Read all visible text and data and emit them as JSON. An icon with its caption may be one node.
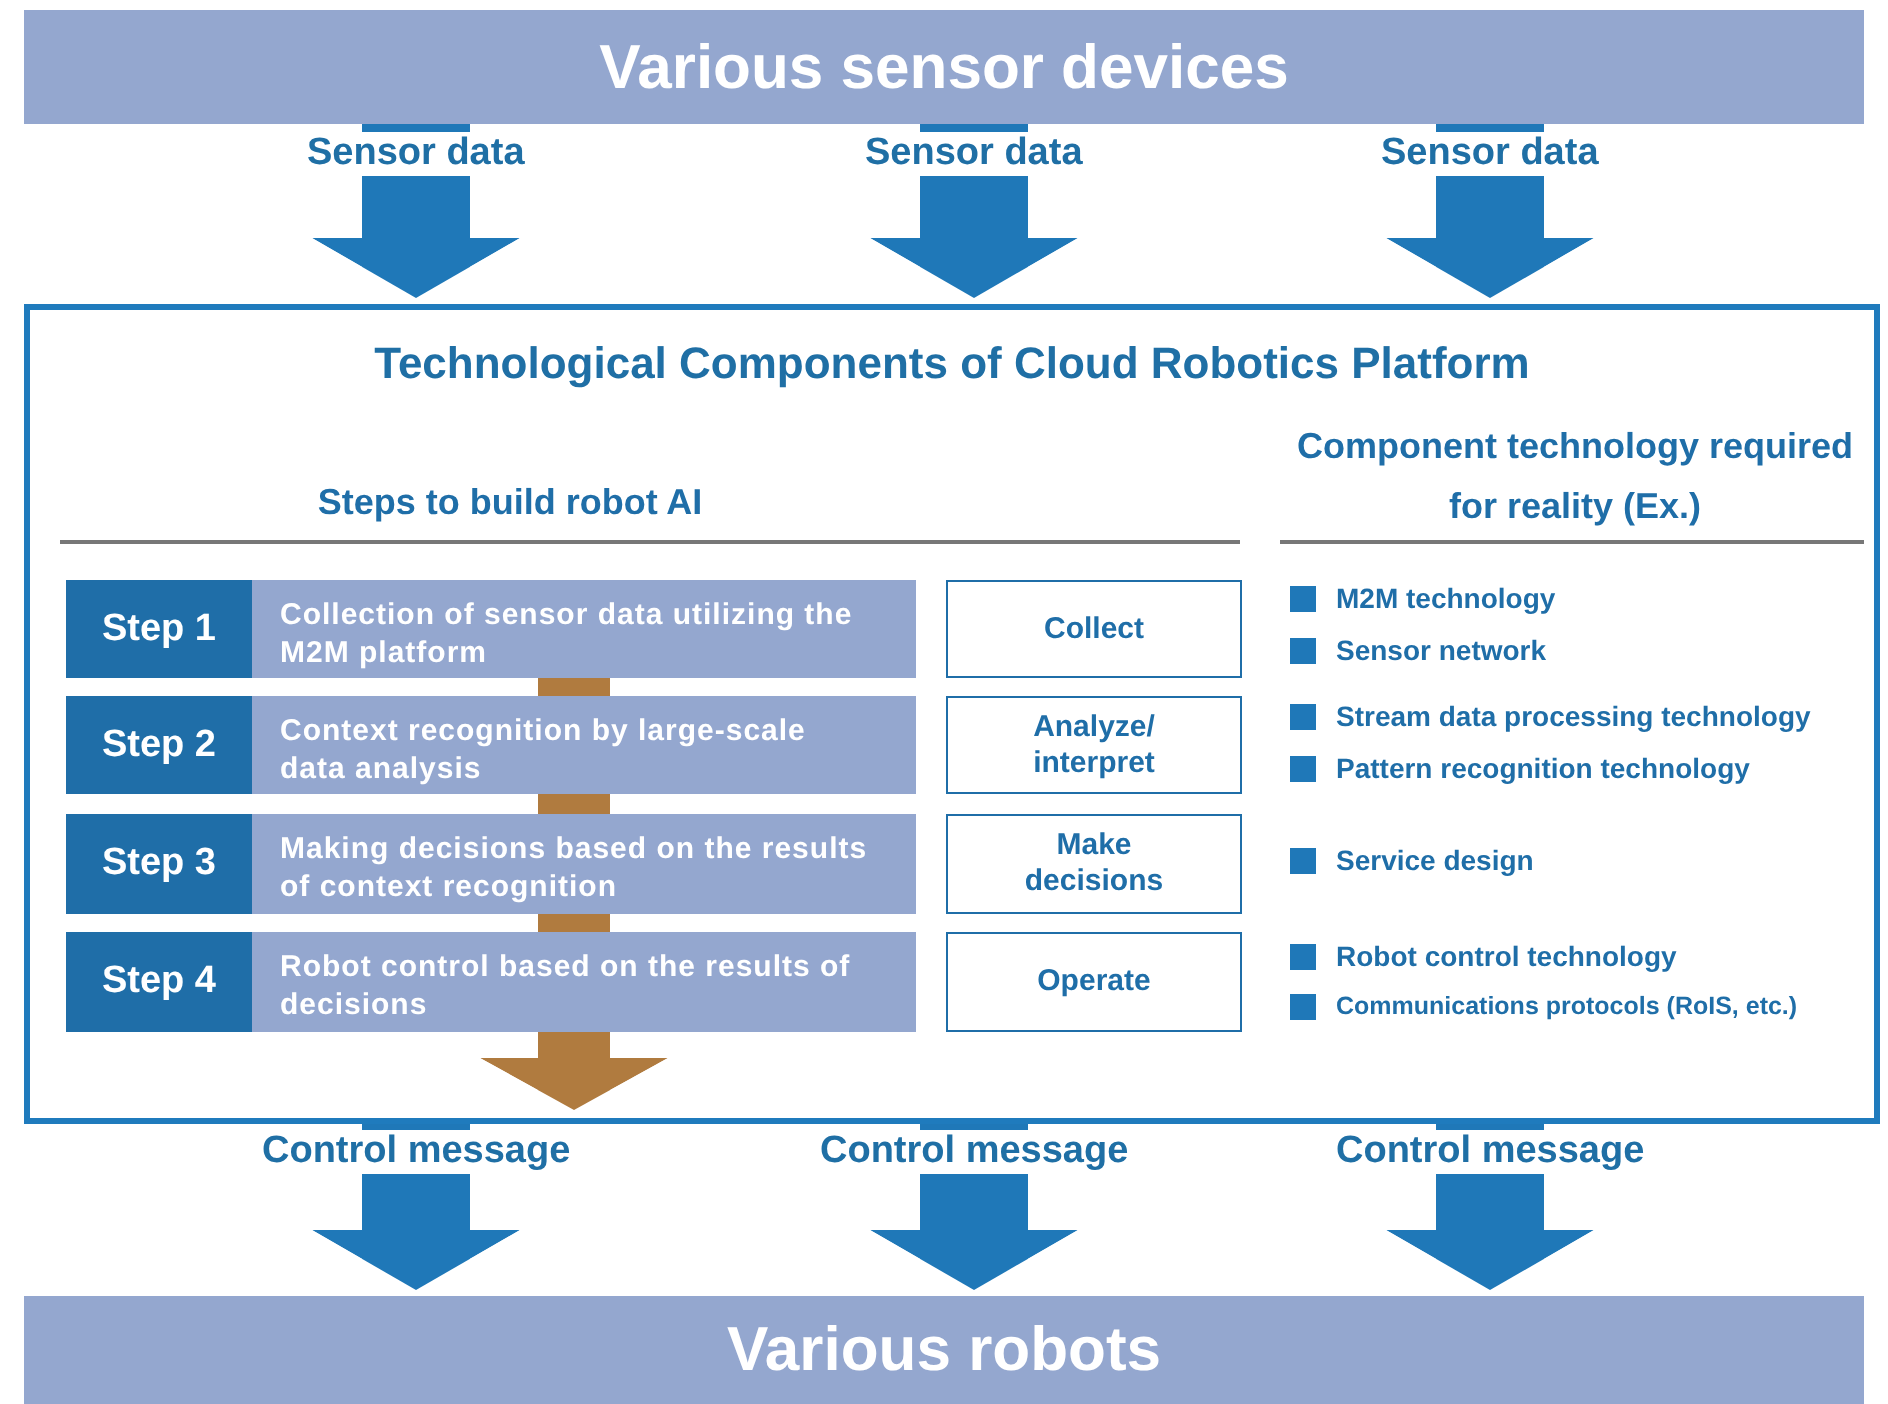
{
  "diagram": {
    "nodes": [
      {
        "text": [
          "Various sensor devices"
        ]
      },
      {
        "text": [
          "Technological Components of Cloud Robotics Platform"
        ]
      },
      {
        "text": [
          "Step 1",
          "Collection of sensor data utilizing the M2M platform"
        ],
        "in": 1
      },
      {
        "text": [
          "Step 2",
          "Context recognition by large-scale data analysis"
        ],
        "in": 1
      },
      {
        "text": [
          "Step 3",
          "Making decisions based on the results of context recognition"
        ],
        "in": 1
      },
      {
        "text": [
          "Step 4",
          "Robot control based on the results of decisions"
        ],
        "in": 1
      },
      {
        "text": [
          "Collect"
        ],
        "in": 1
      },
      {
        "text": [
          "Analyze/ interpret"
        ],
        "in": 1
      },
      {
        "text": [
          "Make decisions"
        ],
        "in": 1
      },
      {
        "text": [
          "Operate"
        ],
        "in": 1
      },
      {
        "text": [
          "Various robots"
        ]
      }
    ],
    "edges": [
      {
        "from": 0,
        "to": 1,
        "arrow": "to",
        "label": "Sensor data"
      },
      {
        "from": 0,
        "to": 1,
        "arrow": "to",
        "label": "Sensor data"
      },
      {
        "from": 0,
        "to": 1,
        "arrow": "to",
        "label": "Sensor data"
      },
      {
        "from": 2,
        "to": 3,
        "arrow": "none",
        "color": "#b07b3f"
      },
      {
        "from": 3,
        "to": 4,
        "arrow": "none",
        "color": "#b07b3f"
      },
      {
        "from": 4,
        "to": 5,
        "arrow": "none",
        "color": "#b07b3f"
      },
      {
        "from": 5,
        "to": 1,
        "arrow": "to",
        "color": "#b07b3f"
      },
      {
        "from": 1,
        "to": 10,
        "arrow": "to",
        "label": "Control message"
      },
      {
        "from": 1,
        "to": 10,
        "arrow": "to",
        "label": "Control message"
      },
      {
        "from": 1,
        "to": 10,
        "arrow": "to",
        "label": "Control message"
      }
    ],
    "labels": [
      "Steps to build robot AI",
      "Component technology required for reality (Ex.)",
      "M2M technology",
      "Sensor network",
      "Stream data processing technology",
      "Pattern recognition technology",
      "Service design",
      "Robot control technology",
      "Communications protocols (RoIS, etc.)"
    ]
  }
}
